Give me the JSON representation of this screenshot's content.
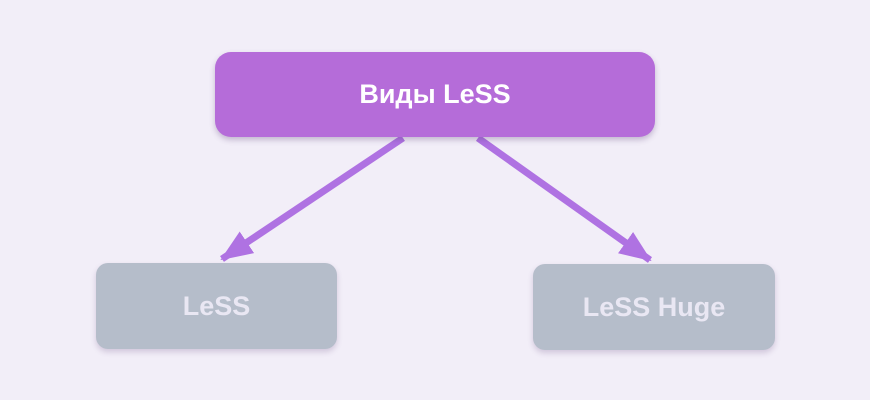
{
  "diagram": {
    "root": {
      "label": "Виды LeSS"
    },
    "children": [
      {
        "label": "LeSS"
      },
      {
        "label": "LeSS Huge"
      }
    ]
  },
  "colors": {
    "background": "#f2eef8",
    "root_box": "#b56cd9",
    "root_text": "#ffffff",
    "child_box": "#b5bdca",
    "child_text": "#e9e7f3",
    "arrow": "#af72e2"
  }
}
